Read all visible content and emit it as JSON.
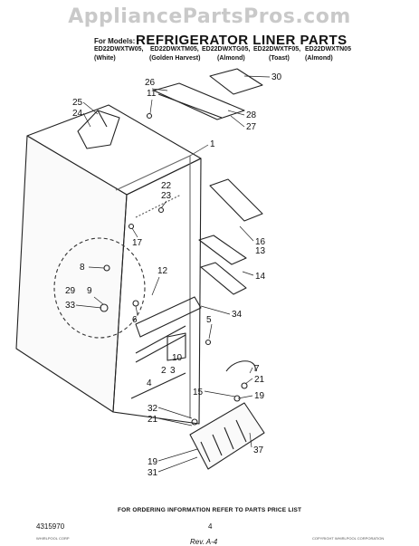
{
  "watermark": "AppliancePartsPros.com",
  "header": {
    "title": "REFRIGERATOR LINER PARTS",
    "models_label": "For Models:",
    "models": [
      "ED22DWXTW05,",
      "ED22DWXTM05,",
      "ED22DWXTG05,",
      "ED22DWXTF05,",
      "ED22DWXTN05"
    ],
    "colors": [
      "(White)",
      "(Golden Harvest)",
      "(Almond)",
      "(Toast)",
      "(Almond)"
    ]
  },
  "callouts": [
    "30",
    "26",
    "11",
    "25",
    "24",
    "28",
    "27",
    "1",
    "22",
    "23",
    "16",
    "13",
    "17",
    "14",
    "8",
    "12",
    "29",
    "9",
    "33",
    "6",
    "34",
    "5",
    "7",
    "21",
    "15",
    "19",
    "32",
    "21",
    "37",
    "19",
    "31",
    "10",
    "2",
    "3",
    "4"
  ],
  "footer": {
    "order_note": "FOR ORDERING INFORMATION REFER TO PARTS PRICE LIST",
    "part_number": "4315970",
    "page": "4",
    "signature": "Rev. A-4",
    "small_left": "WHIRLPOOL CORP",
    "small_right": "COPYRIGHT WHIRLPOOL CORPORATION"
  }
}
